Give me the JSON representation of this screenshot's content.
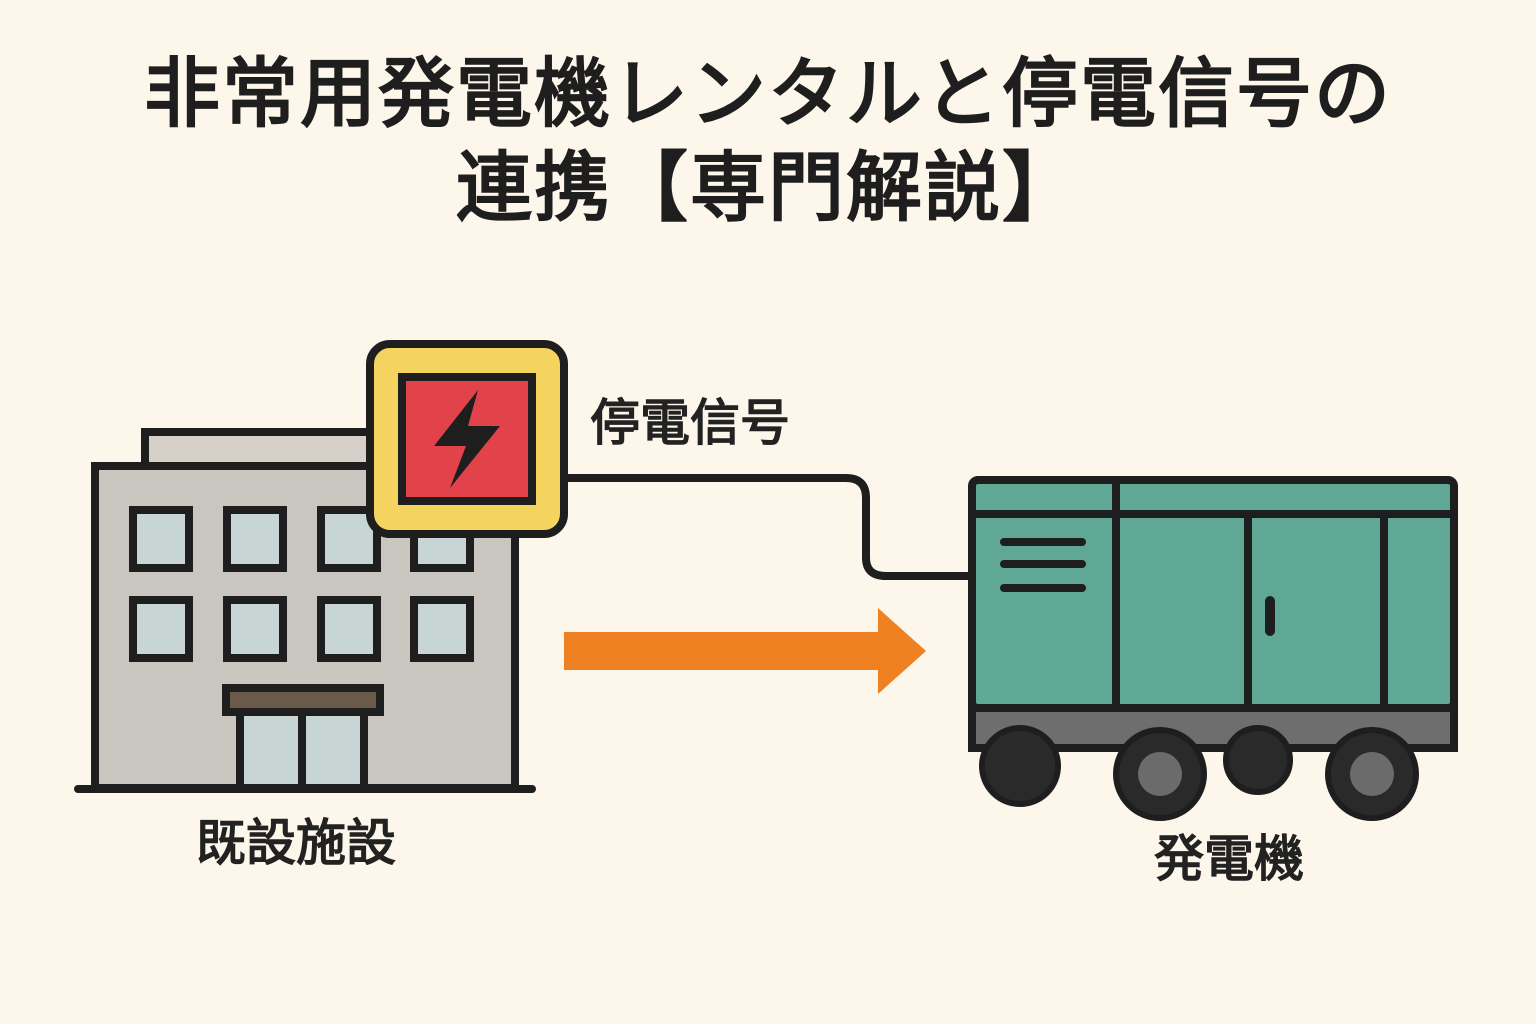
{
  "title": {
    "line1": "非常用発電機レンタルと停電信号の",
    "line2": "連携【専門解説】"
  },
  "labels": {
    "building": "既設施設",
    "signal": "停電信号",
    "generator": "発電機"
  },
  "colors": {
    "background": "#fdf6ea",
    "outline": "#1e1e1e",
    "building_body": "#c9c5bf",
    "building_roof": "#d6d0c8",
    "window_glass": "#c7d6d4",
    "alarm_frame": "#f4d35e",
    "alarm_panel": "#e2434b",
    "arrow": "#f08122",
    "generator_body": "#5fa896",
    "generator_base": "#6e6e6e",
    "wheel": "#2a2a2a",
    "wheel_hub": "#6b6b6b"
  },
  "icons": {
    "alarm": "lightning-bolt-icon",
    "building": "building-icon",
    "generator": "generator-trailer-icon",
    "flow": "arrow-right-icon"
  }
}
